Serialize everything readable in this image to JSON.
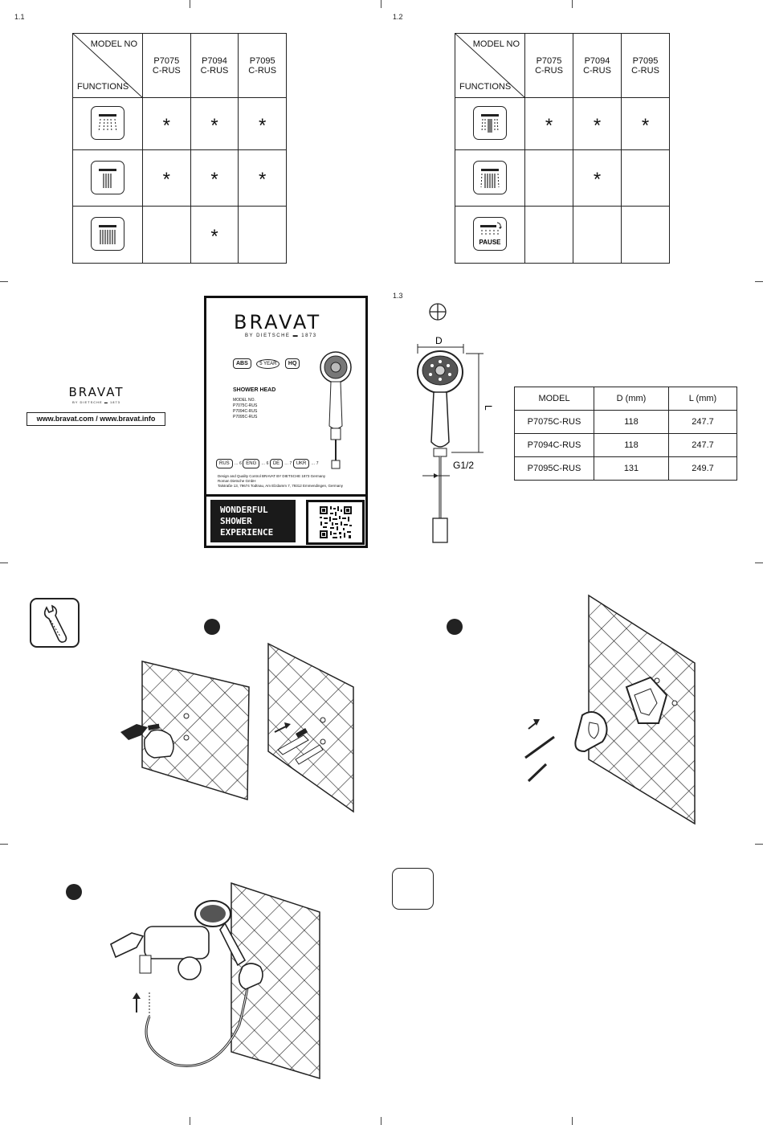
{
  "sections": {
    "s11": "1.1",
    "s12": "1.2",
    "s13": "1.3"
  },
  "table1": {
    "header_model": "MODEL NO",
    "header_functions": "FUNCTIONS",
    "models": [
      {
        "l1": "P7075",
        "l2": "C-RUS"
      },
      {
        "l1": "P7094",
        "l2": "C-RUS"
      },
      {
        "l1": "P7095",
        "l2": "C-RUS"
      }
    ],
    "rows": [
      {
        "icon": "spray-rain-icon",
        "marks": [
          "*",
          "*",
          "*"
        ]
      },
      {
        "icon": "spray-jet-icon",
        "marks": [
          "*",
          "*",
          "*"
        ]
      },
      {
        "icon": "spray-full-icon",
        "marks": [
          "",
          "*",
          ""
        ]
      }
    ]
  },
  "table2": {
    "header_model": "MODEL NO",
    "header_functions": "FUNCTIONS",
    "models": [
      {
        "l1": "P7075",
        "l2": "C-RUS"
      },
      {
        "l1": "P7094",
        "l2": "C-RUS"
      },
      {
        "l1": "P7095",
        "l2": "C-RUS"
      }
    ],
    "rows": [
      {
        "icon": "spray-rain-icon",
        "marks": [
          "*",
          "*",
          "*"
        ]
      },
      {
        "icon": "spray-mixed-icon",
        "marks": [
          "",
          "*",
          ""
        ]
      },
      {
        "icon": "pause-icon",
        "icon_label": "PAUSE",
        "marks": [
          "",
          "",
          ""
        ]
      }
    ]
  },
  "dimensions": {
    "label_d": "D",
    "label_l": "L",
    "label_thread": "G1/2",
    "headers": [
      "MODEL",
      "D (mm)",
      "L (mm)"
    ],
    "rows": [
      [
        "P7075C-RUS",
        "118",
        "247.7"
      ],
      [
        "P7094C-RUS",
        "118",
        "247.7"
      ],
      [
        "P7095C-RUS",
        "131",
        "249.7"
      ]
    ]
  },
  "brand": {
    "name": "BRAVAT",
    "tagline_left": "BY DIETSCHE",
    "year": "1873",
    "url": "www.bravat.com / www.bravat.info"
  },
  "package": {
    "brand": "BRAVAT",
    "tagline_left": "BY DIETSCHE",
    "year": "1873",
    "badges": [
      "ABS",
      "5 YEAR",
      "HQ"
    ],
    "product": "SHOWER HEAD",
    "model_label": "MODEL NO.",
    "models": [
      "P7075C-RUS",
      "P7094C-RUS",
      "P7095C-RUS"
    ],
    "langs": [
      {
        "code": "RUS",
        "page": "6"
      },
      {
        "code": "ENG",
        "page": "6"
      },
      {
        "code": "DE",
        "page": "7"
      },
      {
        "code": "UKR",
        "page": "7"
      }
    ],
    "credit1": "Design and Quality Control BRAVAT BY DIETSCHE 1873  Germany",
    "credit2": "Roman Dietsche GmbH",
    "credit3": "Talstraße 13, 79674 Todtnau,  Am Elzdamm 7, 79312 Emmendingen,  Germany",
    "slogan": [
      "WONDERFUL",
      "SHOWER",
      "EXPERIENCE"
    ]
  },
  "colors": {
    "ink": "#111111",
    "panel": "#1a1a1a"
  }
}
